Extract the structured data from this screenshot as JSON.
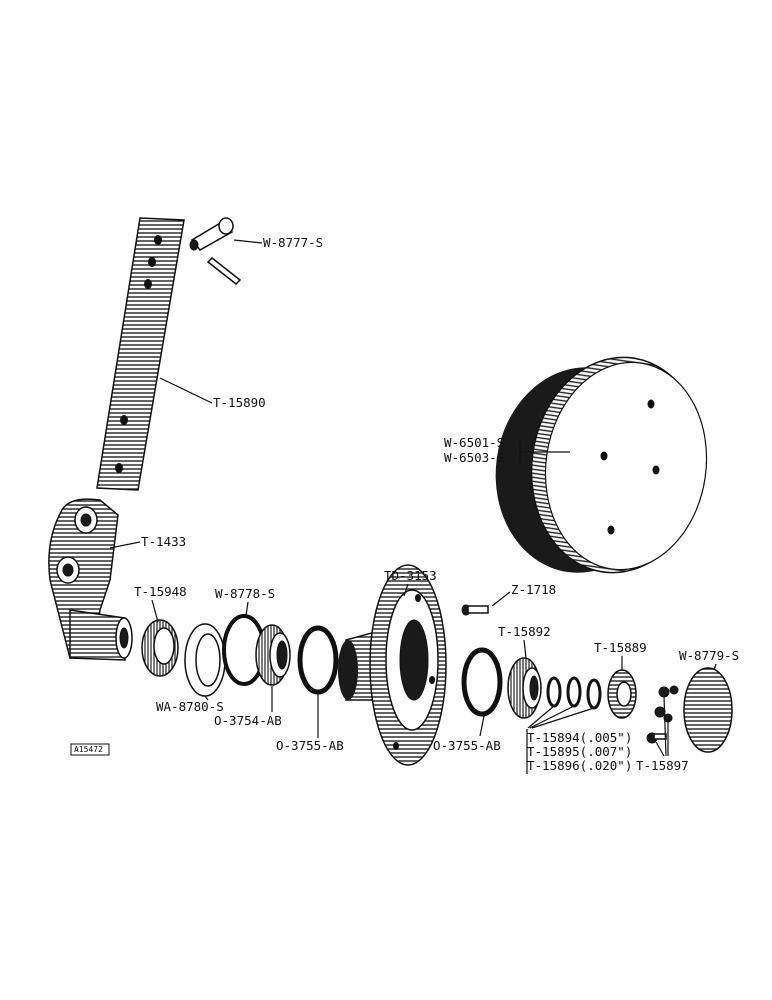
{
  "labels": {
    "w8777s": "W-8777-S",
    "t15890": "T-15890",
    "w6501s": "W-6501-S",
    "w6503s": "W-6503-S",
    "t1433": "T-1433",
    "t15948": "T-15948",
    "w8778s": "W-8778-S",
    "td3153": "TD-3153",
    "z1718": "Z-1718",
    "t15892": "T-15892",
    "t15889": "T-15889",
    "w8779s": "W-8779-S",
    "wa8780s": "WA-8780-S",
    "o3754ab": "O-3754-AB",
    "o3755ab_left": "O-3755-AB",
    "o3755ab_right": "O-3755-AB",
    "t15894": "T-15894(.005\")",
    "t15895": "T-15895(.007\")",
    "t15896": "T-15896(.020\")",
    "t15897": "T-15897",
    "figure_code": "A15472"
  }
}
